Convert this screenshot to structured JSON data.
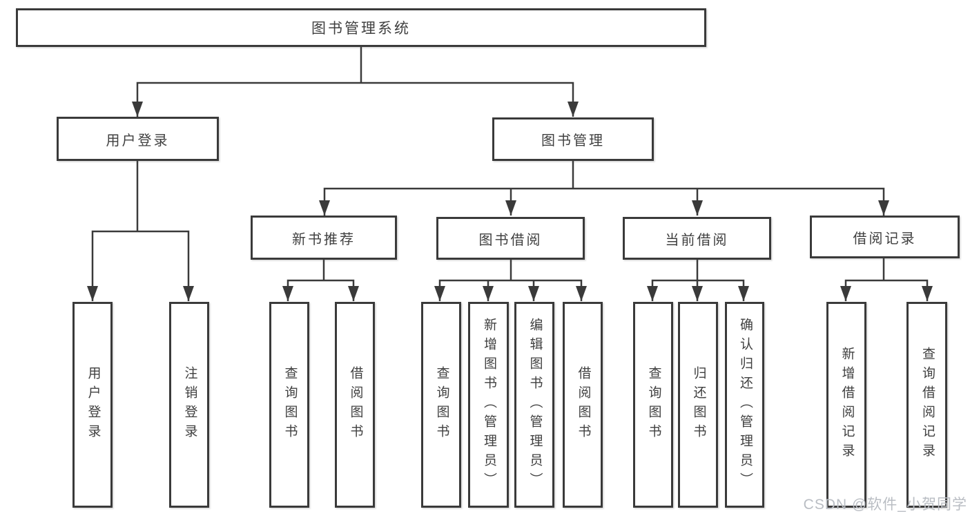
{
  "diagram": {
    "root": {
      "label": "图书管理系统"
    },
    "branches": [
      {
        "label": "用户登录",
        "children": [
          {
            "label": "用户登录"
          },
          {
            "label": "注销登录"
          }
        ]
      },
      {
        "label": "图书管理",
        "groups": [
          {
            "label": "新书推荐",
            "children": [
              {
                "label": "查询图书"
              },
              {
                "label": "借阅图书"
              }
            ]
          },
          {
            "label": "图书借阅",
            "children": [
              {
                "label": "查询图书"
              },
              {
                "label": "新增图书（管理员）"
              },
              {
                "label": "编辑图书（管理员）"
              },
              {
                "label": "借阅图书"
              }
            ]
          },
          {
            "label": "当前借阅",
            "children": [
              {
                "label": "查询图书"
              },
              {
                "label": "归还图书"
              },
              {
                "label": "确认归还（管理员）"
              }
            ]
          },
          {
            "label": "借阅记录",
            "children": [
              {
                "label": "新增借阅记录"
              },
              {
                "label": "查询借阅记录"
              }
            ]
          }
        ]
      }
    ]
  },
  "watermark": {
    "text": "CSDN @软件_小贺同学"
  },
  "colors": {
    "line": "#3a3a3a",
    "text": "#3f3f3f",
    "box_background": "#ffffff",
    "page_background": "#ffffff",
    "watermark": "#b9bdc3"
  }
}
